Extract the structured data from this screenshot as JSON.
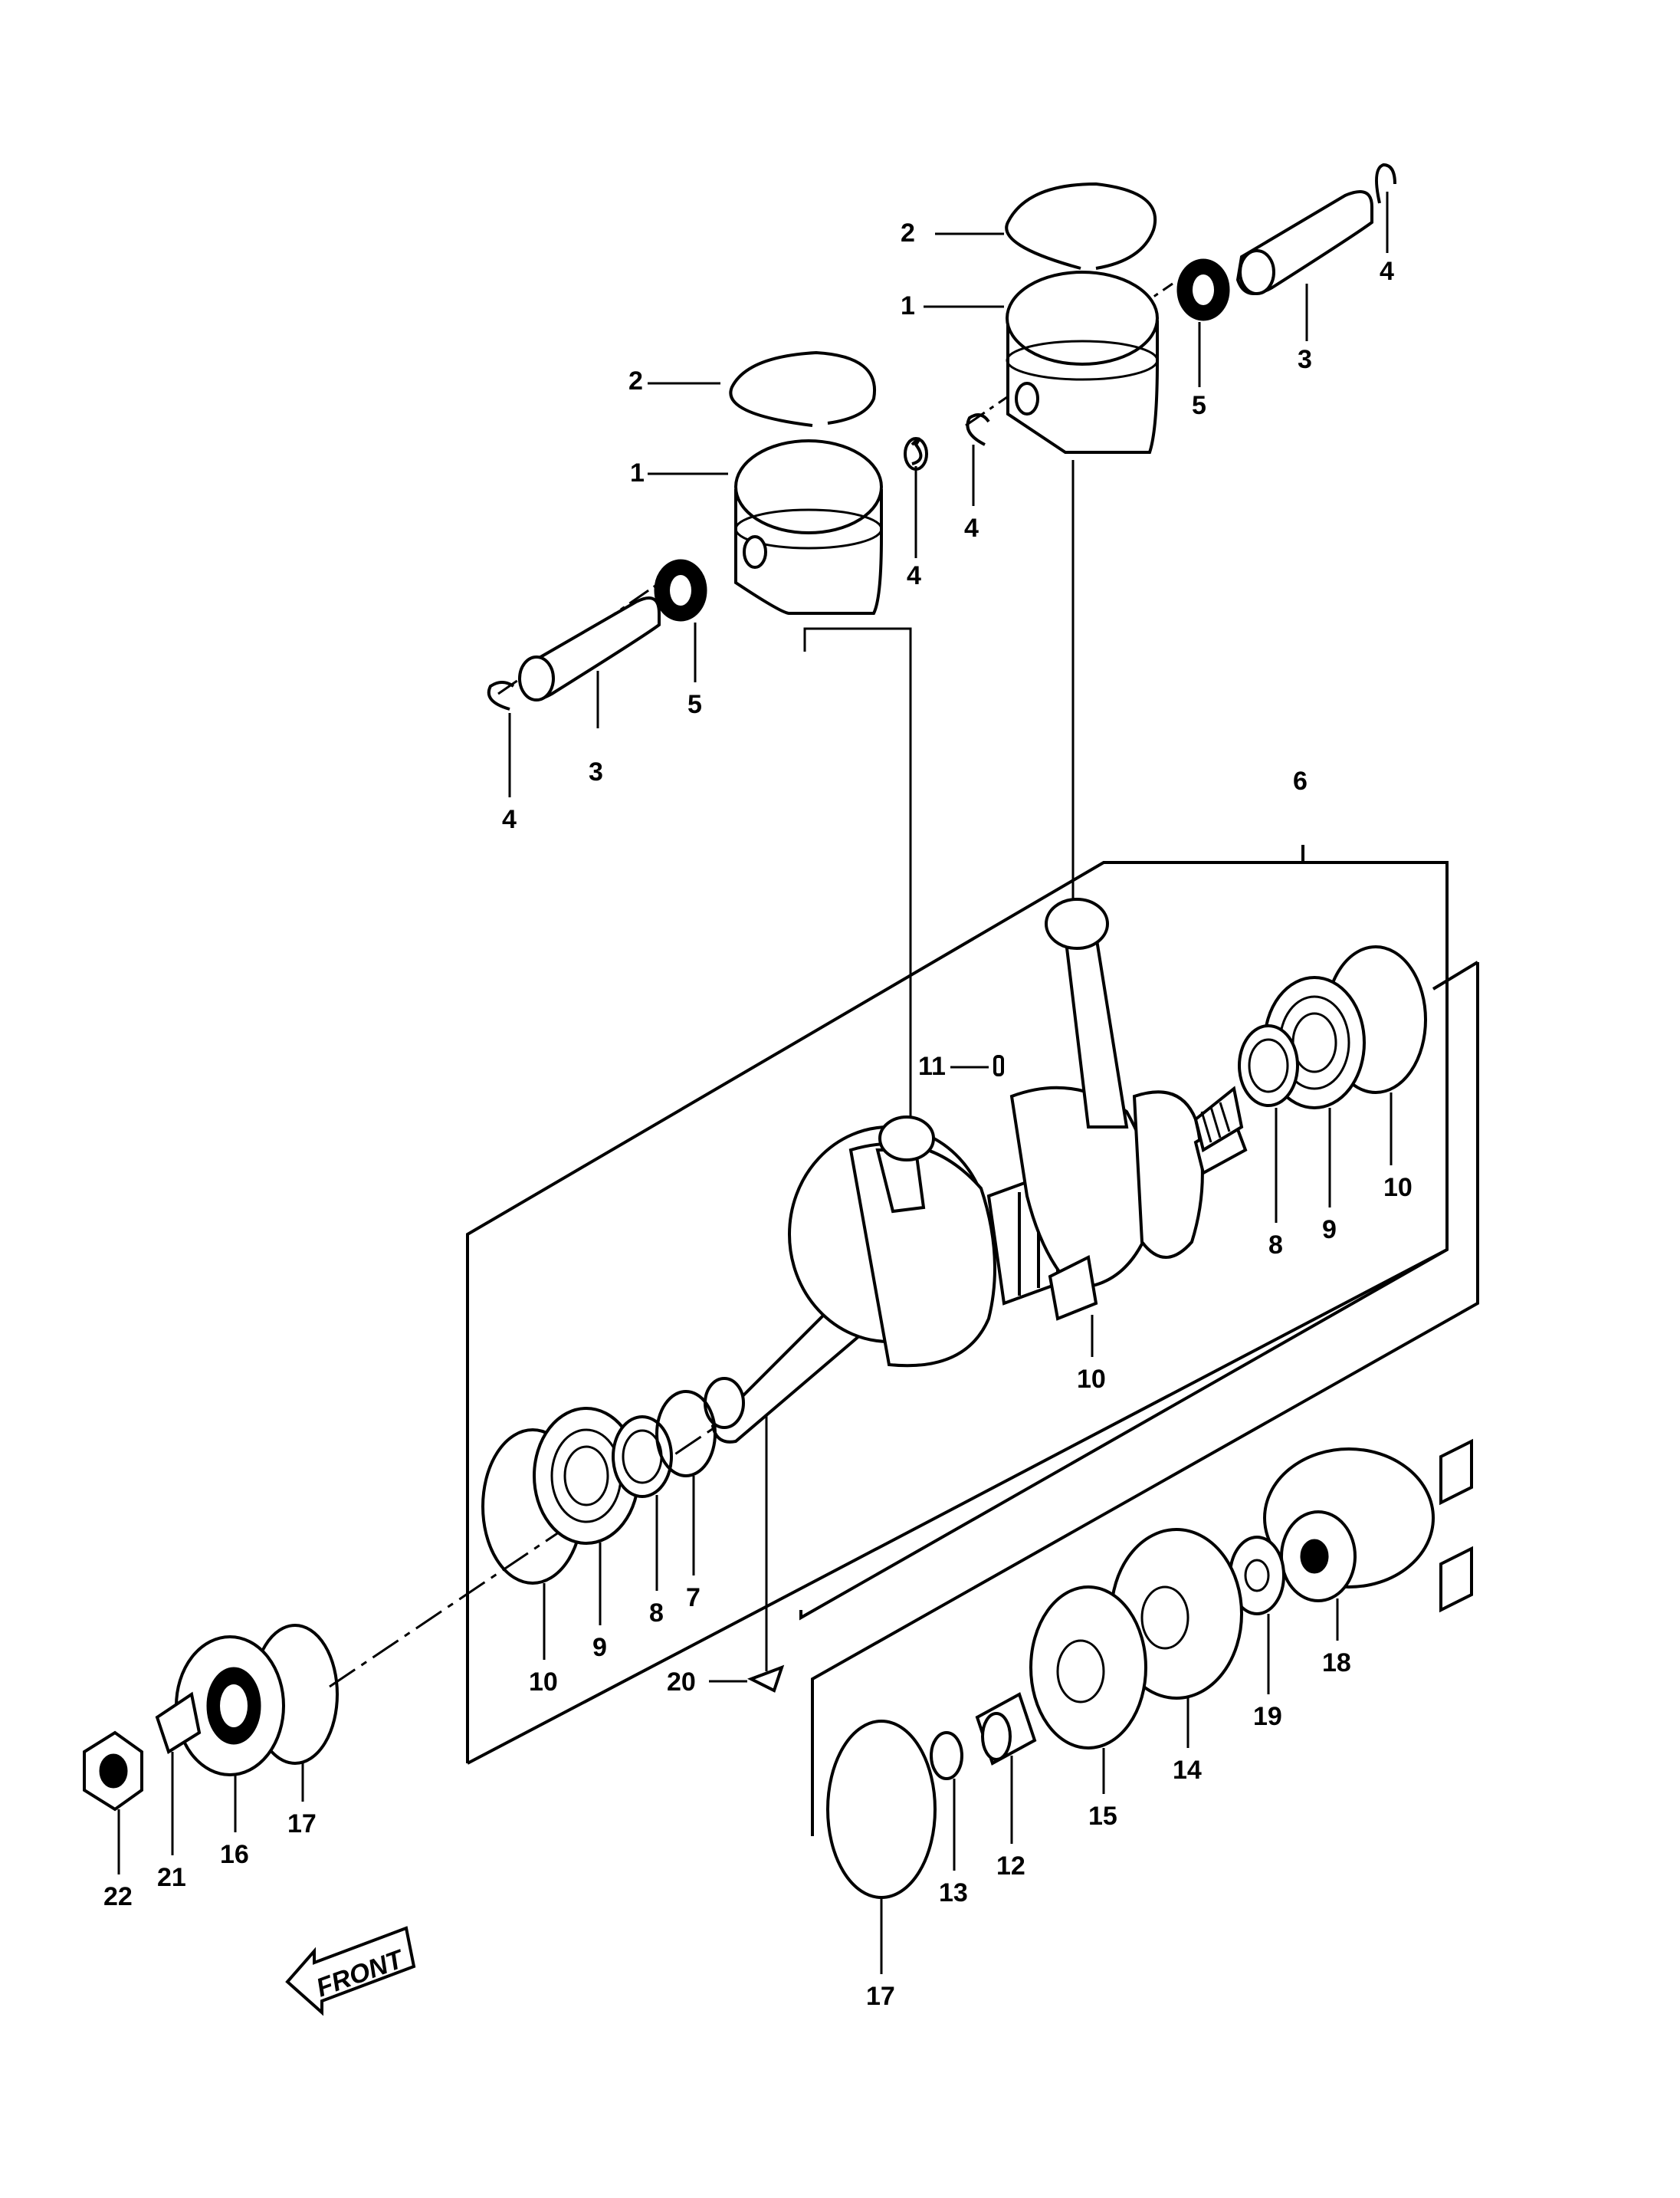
{
  "callouts": {
    "c1a": "1",
    "c1b": "1",
    "c2a": "2",
    "c2b": "2",
    "c3a": "3",
    "c3b": "3",
    "c4a": "4",
    "c4b": "4",
    "c4c": "4",
    "c4d": "4",
    "c5a": "5",
    "c5b": "5",
    "c6": "6",
    "c7": "7",
    "c8a": "8",
    "c8b": "8",
    "c9a": "9",
    "c9b": "9",
    "c10a": "10",
    "c10b": "10",
    "c10c": "10",
    "c11": "11",
    "c12": "12",
    "c13": "13",
    "c14": "14",
    "c15": "15",
    "c16": "16",
    "c17a": "17",
    "c17b": "17",
    "c18": "18",
    "c19": "19",
    "c20": "20",
    "c21": "21",
    "c22": "22"
  },
  "front_arrow_label": "FRONT"
}
